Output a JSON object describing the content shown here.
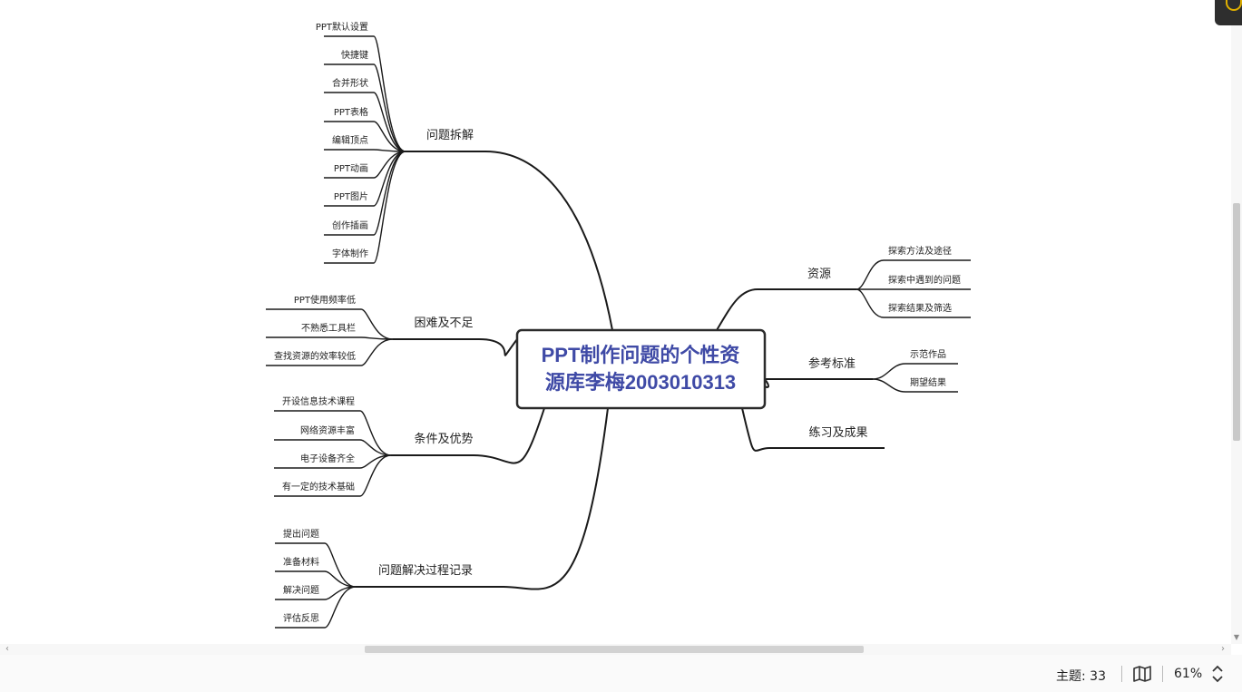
{
  "mindmap": {
    "root": "PPT制作问题的个性资源库李梅2003010313",
    "root_lines": [
      "PPT制作问题的个性资",
      "源库李梅2003010313"
    ],
    "left_branches": [
      {
        "label": "问题拆解",
        "children": [
          "PPT默认设置",
          "快捷键",
          "合并形状",
          "PPT表格",
          "编辑顶点",
          "PPT动画",
          "PPT图片",
          "创作插画",
          "字体制作"
        ]
      },
      {
        "label": "困难及不足",
        "children": [
          "PPT使用频率低",
          "不熟悉工具栏",
          "查找资源的效率较低"
        ]
      },
      {
        "label": "条件及优势",
        "children": [
          "开设信息技术课程",
          "网络资源丰富",
          "电子设备齐全",
          "有一定的技术基础"
        ]
      },
      {
        "label": "问题解决过程记录",
        "children": [
          "提出问题",
          "准备材料",
          "解决问题",
          "评估反思"
        ]
      }
    ],
    "right_branches": [
      {
        "label": "资源",
        "children": [
          "探索方法及途径",
          "探索中遇到的问题",
          "探索结果及筛选"
        ]
      },
      {
        "label": "参考标准",
        "children": [
          "示范作品",
          "期望结果"
        ]
      },
      {
        "label": "练习及成果",
        "children": []
      }
    ],
    "colors": {
      "line": "#1a1a1a",
      "root_text": "#3f4aa6",
      "root_border": "#2b2b2b"
    }
  },
  "statusbar": {
    "topic_count": "主题: 33",
    "zoom": "61%"
  },
  "icons": {
    "book": "book-open-icon",
    "stepper": "chevron-up-down-icon"
  }
}
